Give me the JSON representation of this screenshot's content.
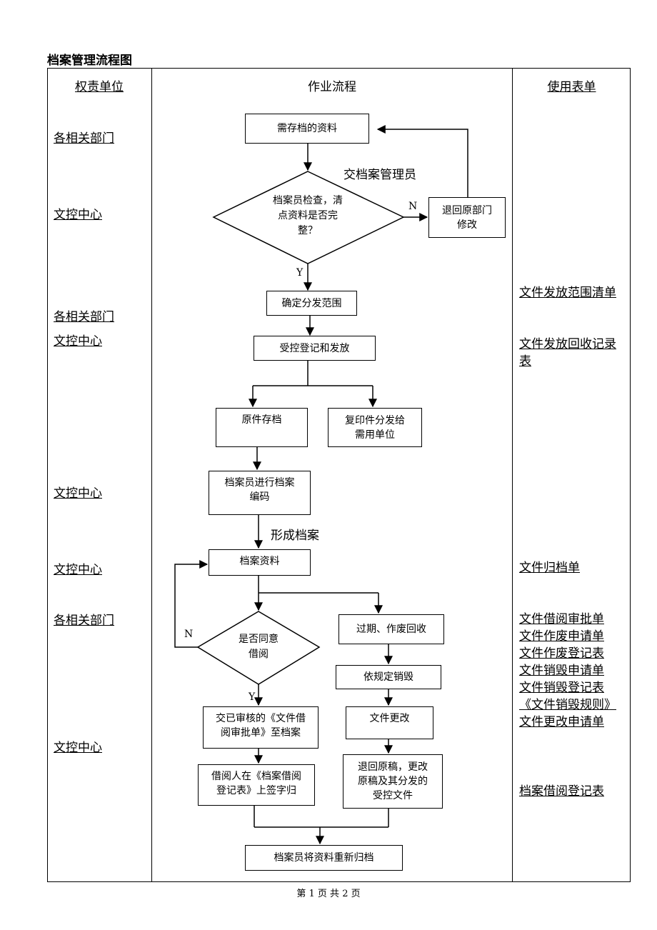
{
  "document_title": "档案管理流程图",
  "columns": {
    "unit": "权责单位",
    "process": "作业流程",
    "forms": "使用表单"
  },
  "departments": [
    "各相关部门",
    "文控中心",
    "各相关部门",
    "文控中心",
    "文控中心",
    "文控中心",
    "各相关部门",
    "文控中心"
  ],
  "forms": {
    "f1": "文件发放范围清单",
    "f2_line1": "文件发放回收记录",
    "f2_line2": "表",
    "f3": "文件归档单",
    "group": [
      "文件借阅审批单",
      "文件作废申请单",
      "文件作废登记表",
      "文件销毁申请单",
      "文件销毁登记表",
      "《文件销毁规则》",
      "文件更改申请单"
    ],
    "f4": "档案借阅登记表"
  },
  "flow": {
    "need_archive": "需存档的资料",
    "to_admin": "交档案管理员",
    "check_line1": "档案员检查，清",
    "check_line2": "点资料是否完",
    "check_line3": "整？",
    "n1": "N",
    "y1": "Y",
    "return_line1": "退回原部门",
    "return_line2": "修改",
    "scope": "确定分发范围",
    "register": "受控登记和发放",
    "original": "原件存档",
    "copy_line1": "复印件分发给",
    "copy_line2": "需用单位",
    "code_line1": "档案员进行档案",
    "code_line2": "编码",
    "form_archive": "形成档案",
    "archive_data": "档案资料",
    "borrow_line1": "是否同意",
    "borrow_line2": "借阅",
    "n2": "N",
    "y2": "Y",
    "expire": "过期、作废回收",
    "destroy": "依规定销毁",
    "change": "文件更改",
    "submit_line1": "交已审核的《文件借",
    "submit_line2": "阅审批单》至档案",
    "sign_line1": "借阅人在《档案借阅",
    "sign_line2": "登记表》上签字归",
    "recall_line1": "退回原稿，更改",
    "recall_line2": "原稿及其分发的",
    "recall_line3": "受控文件",
    "refile": "档案员将资料重新归档"
  },
  "footer": "第 1 页 共 2 页"
}
